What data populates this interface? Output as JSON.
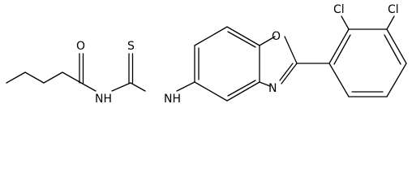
{
  "diagram": {
    "type": "chemical-structure",
    "atom_labels": {
      "carbonyl_oxygen": "O",
      "thione_sulfur": "S",
      "amide_nh": "NH",
      "amine_nh": "NH",
      "ring_oxygen": "O",
      "ring_nitrogen": "N",
      "chlorine_1": "Cl",
      "chlorine_2": "Cl"
    },
    "colors": {
      "bond": "#000000",
      "label": "#000000",
      "background": "#ffffff"
    }
  }
}
